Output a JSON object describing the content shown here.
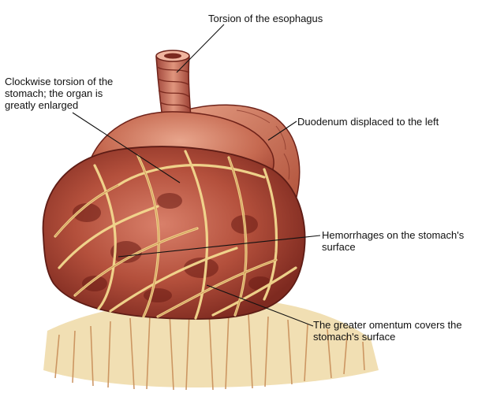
{
  "labels": {
    "esophagus": "Torsion of the esophagus",
    "torsion": "Clockwise torsion of the\nstomach; the organ is\ngreatly enlarged",
    "duodenum": "Duodenum displaced to the left",
    "hemorrhages": "Hemorrhages on the stomach's\nsurface",
    "omentum": "The greater omentum covers the\nstomach's surface"
  },
  "colors": {
    "background": "#ffffff",
    "stomach_dark": "#8c2f24",
    "stomach_mid": "#c0563f",
    "stomach_light": "#e39a80",
    "omentum": "#f2d58a",
    "leader_line": "#111111"
  }
}
